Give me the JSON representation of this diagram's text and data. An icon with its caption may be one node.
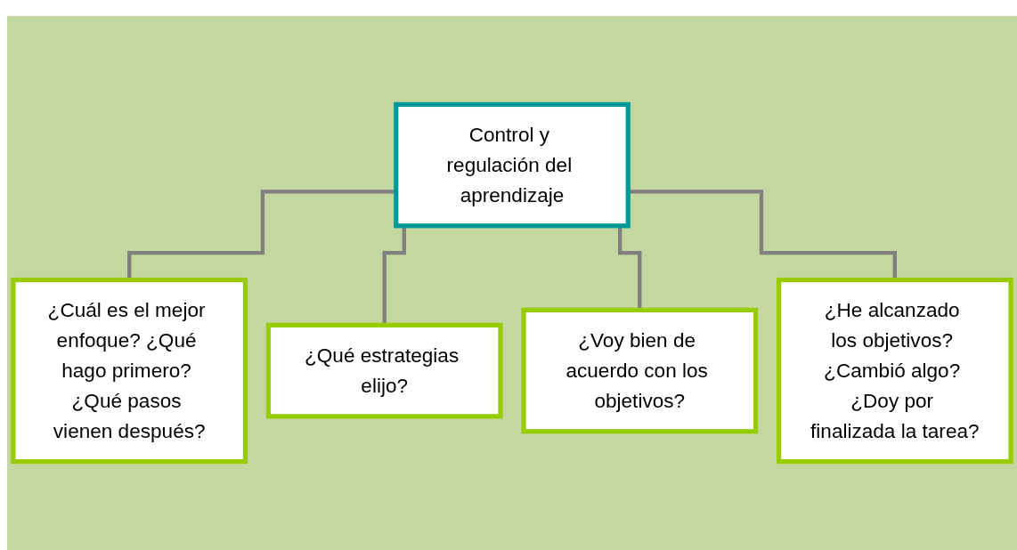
{
  "diagram": {
    "nodes": [
      {
        "text": [
          "Control y regulación del aprendizaje"
        ]
      },
      {
        "text": [
          "¿Cuál es el mejor enfoque? ¿Qué hago primero? ¿Qué pasos vienen después?"
        ]
      },
      {
        "text": [
          "¿Qué estrategias elijo?"
        ]
      },
      {
        "text": [
          "¿Voy bien de acuerdo con los objetivos?"
        ]
      },
      {
        "text": [
          "¿He alcanzado los objetivos? ¿Cambió algo? ¿Doy por finalizada la tarea?"
        ]
      }
    ],
    "edges": [
      {
        "from": 0,
        "to": 1,
        "arrow": "none"
      },
      {
        "from": 0,
        "to": 2,
        "arrow": "none"
      },
      {
        "from": 0,
        "to": 3,
        "arrow": "none"
      },
      {
        "from": 0,
        "to": 4,
        "arrow": "none"
      }
    ]
  }
}
